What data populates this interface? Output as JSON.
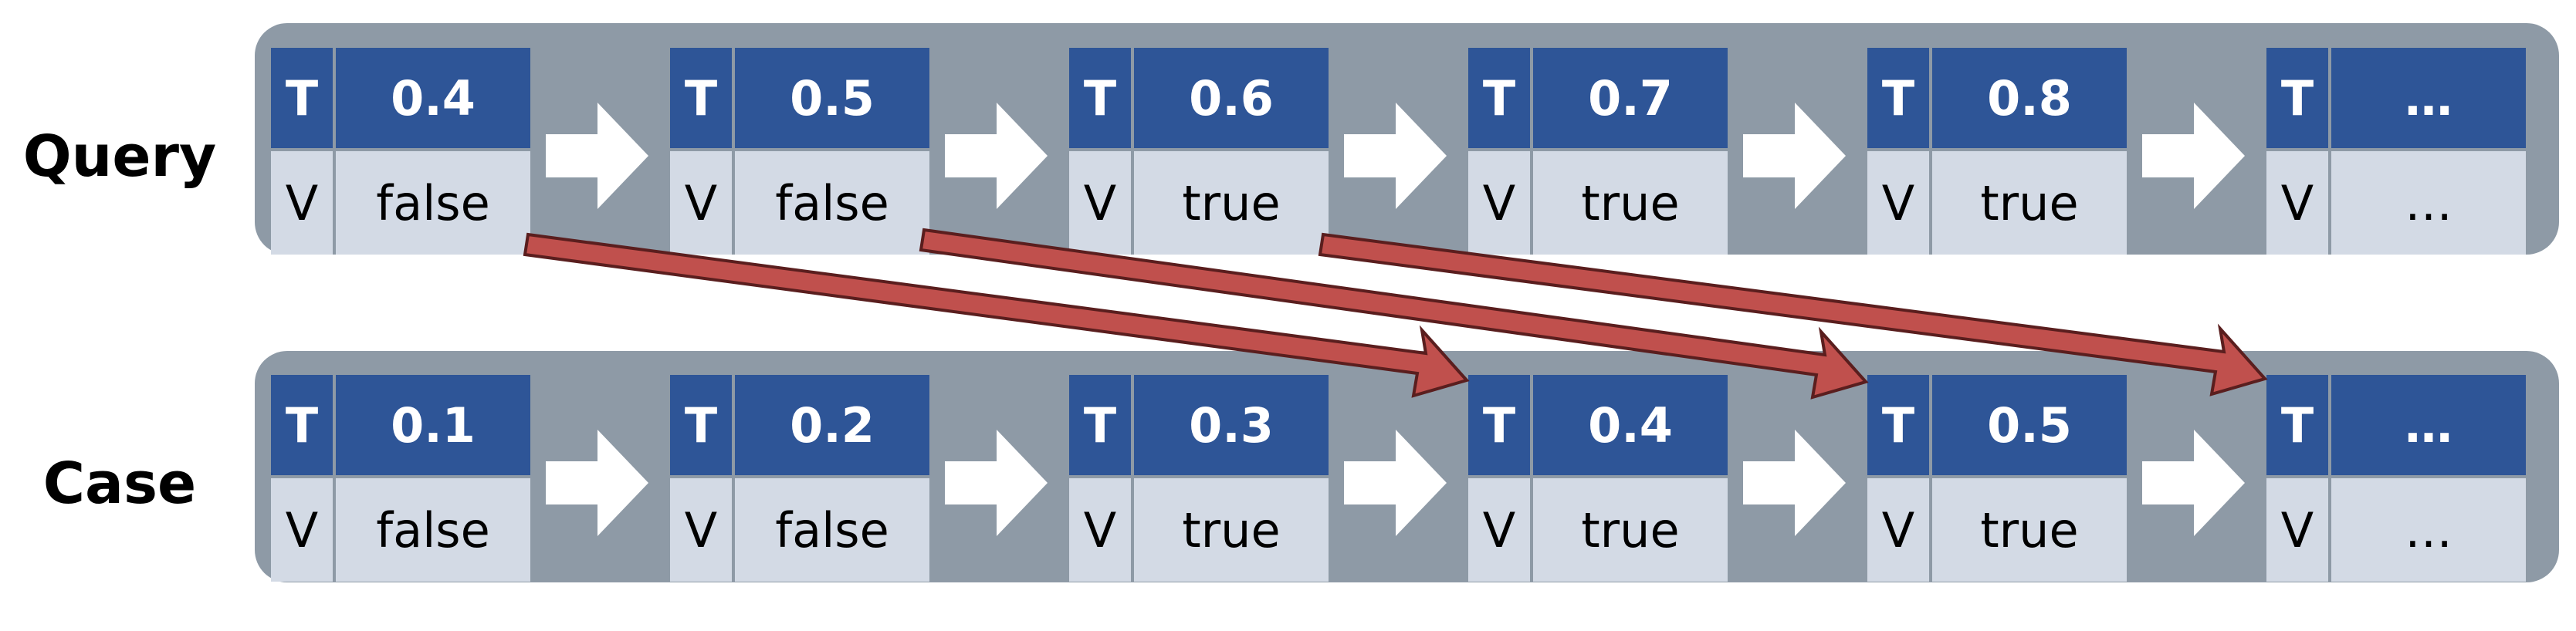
{
  "rows": [
    {
      "id": "query",
      "label": "Query",
      "cells": [
        {
          "t_label": "T",
          "t_value": "0.4",
          "v_label": "V",
          "v_value": "false"
        },
        {
          "t_label": "T",
          "t_value": "0.5",
          "v_label": "V",
          "v_value": "false"
        },
        {
          "t_label": "T",
          "t_value": "0.6",
          "v_label": "V",
          "v_value": "true"
        },
        {
          "t_label": "T",
          "t_value": "0.7",
          "v_label": "V",
          "v_value": "true"
        },
        {
          "t_label": "T",
          "t_value": "0.8",
          "v_label": "V",
          "v_value": "true"
        },
        {
          "t_label": "T",
          "t_value": "…",
          "v_label": "V",
          "v_value": "…"
        }
      ]
    },
    {
      "id": "case",
      "label": "Case",
      "cells": [
        {
          "t_label": "T",
          "t_value": "0.1",
          "v_label": "V",
          "v_value": "false"
        },
        {
          "t_label": "T",
          "t_value": "0.2",
          "v_label": "V",
          "v_value": "false"
        },
        {
          "t_label": "T",
          "t_value": "0.3",
          "v_label": "V",
          "v_value": "true"
        },
        {
          "t_label": "T",
          "t_value": "0.4",
          "v_label": "V",
          "v_value": "true"
        },
        {
          "t_label": "T",
          "t_value": "0.5",
          "v_label": "V",
          "v_value": "true"
        },
        {
          "t_label": "T",
          "t_value": "…",
          "v_label": "V",
          "v_value": "…"
        }
      ]
    }
  ],
  "mappings": [
    {
      "from_row": "query",
      "from_index": 0,
      "to_row": "case",
      "to_index": 3
    },
    {
      "from_row": "query",
      "from_index": 1,
      "to_row": "case",
      "to_index": 4
    },
    {
      "from_row": "query",
      "from_index": 2,
      "to_row": "case",
      "to_index": 5
    }
  ],
  "colors": {
    "track": "#8e9aa6",
    "header": "#2e5597",
    "body": "#d3dae5",
    "flow_arrow": "#ffffff",
    "mapping_fill": "#c0504d",
    "mapping_stroke": "#5a1e1e"
  }
}
